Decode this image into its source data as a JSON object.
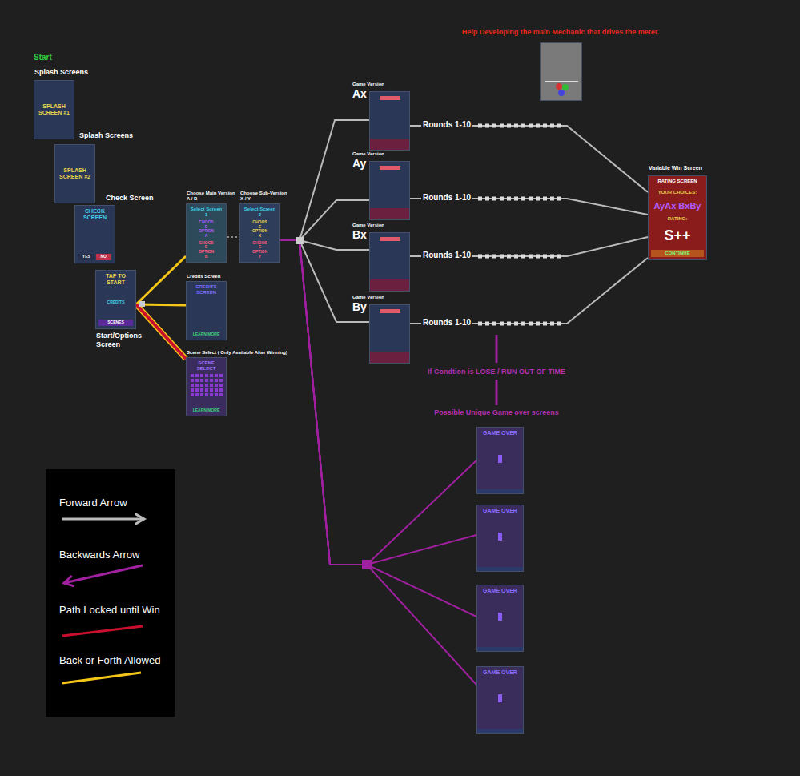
{
  "diagram": {
    "nodes": [
      {
        "text": [
          "Splash Screens",
          "SPLASH SCREEN #1"
        ]
      },
      {
        "text": [
          "Splash Screens",
          "SPLASH SCREEN #2"
        ]
      },
      {
        "text": [
          "Check Screen",
          "CHECK SCREEN",
          "YES",
          "NO"
        ]
      },
      {
        "text": [
          "Start/Options Screen",
          "TAP TO START",
          "CREDITS",
          "SCENES"
        ]
      },
      {
        "text": [
          "Choose Main Version A / B",
          "Select Screen 1",
          "CHOOSE OPTION A",
          "CHOOSE OPTION B"
        ]
      },
      {
        "text": [
          "Choose Sub-Version X / Y",
          "Select Screen 2",
          "CHOOSE OPTION X",
          "CHOOSE OPTION Y"
        ]
      },
      {
        "text": [
          "Credits Screen",
          "CREDITS SCREEN",
          "LEARN MORE"
        ]
      },
      {
        "text": [
          "Scene Select ( Only Available After Winning)",
          "SCENE SELECT",
          "LEARN MORE"
        ]
      },
      {
        "text": [
          "Game Version",
          "Ax"
        ]
      },
      {
        "text": [
          "Game Version",
          "Ay"
        ]
      },
      {
        "text": [
          "Game Version",
          "Bx"
        ]
      },
      {
        "text": [
          "Game Version",
          "By"
        ]
      },
      {
        "text": [
          "Help Developing the main Mechanic that drives the meter."
        ]
      },
      {
        "text": [
          "Variable Win Screen",
          "RATING SCREEN",
          "YOUR CHOICES:",
          "AyAx BxBy",
          "RATING:",
          "S++",
          "CONTINUE"
        ]
      },
      {
        "text": [
          "GAME OVER"
        ]
      },
      {
        "text": [
          "GAME OVER"
        ]
      },
      {
        "text": [
          "GAME OVER"
        ]
      },
      {
        "text": [
          "GAME OVER"
        ]
      }
    ],
    "edges": [
      {
        "from": 3,
        "to": 4,
        "arrow": "none"
      },
      {
        "from": 3,
        "to": 6,
        "arrow": "none"
      },
      {
        "from": 3,
        "to": 7,
        "arrow": "none"
      },
      {
        "from": 4,
        "to": 5,
        "arrow": "none"
      },
      {
        "from": 5,
        "to": 8,
        "arrow": "none"
      },
      {
        "from": 5,
        "to": 9,
        "arrow": "none"
      },
      {
        "from": 5,
        "to": 10,
        "arrow": "none"
      },
      {
        "from": 5,
        "to": 11,
        "arrow": "none"
      },
      {
        "from": 8,
        "to": 13,
        "label": "Rounds 1-10",
        "arrow": "none"
      },
      {
        "from": 9,
        "to": 13,
        "label": "Rounds 1-10",
        "arrow": "none"
      },
      {
        "from": 10,
        "to": 13,
        "label": "Rounds 1-10",
        "arrow": "none"
      },
      {
        "from": 11,
        "to": 13,
        "label": "Rounds 1-10",
        "arrow": "none"
      },
      {
        "from": 5,
        "to": 14,
        "arrow": "none"
      },
      {
        "from": 5,
        "to": 15,
        "arrow": "none"
      },
      {
        "from": 5,
        "to": 16,
        "arrow": "none"
      },
      {
        "from": 5,
        "to": 17,
        "arrow": "none"
      }
    ],
    "labels": [
      "Start",
      "If Condtion is LOSE / RUN OUT OF TIME",
      "Possible Unique Game over screens"
    ],
    "legend": [
      {
        "text": "Forward Arrow"
      },
      {
        "text": "Backwards Arrow"
      },
      {
        "text": "Path Locked until Win"
      },
      {
        "text": "Back or Forth Allowed"
      }
    ]
  }
}
